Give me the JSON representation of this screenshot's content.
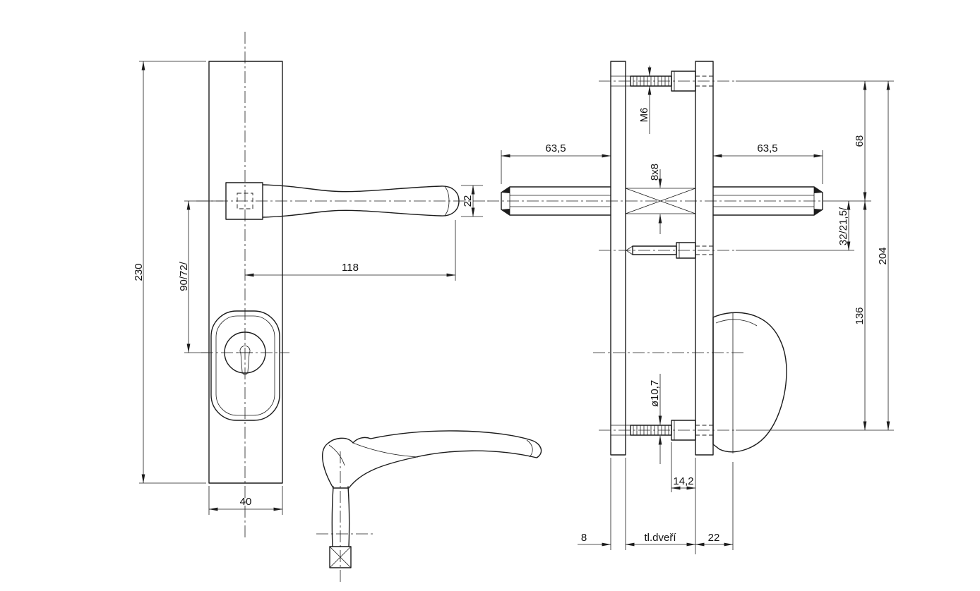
{
  "front_view": {
    "dims": {
      "plate_height": "230",
      "handle_to_cylinder": "90/72/",
      "lever_length": "118",
      "lever_width": "22",
      "plate_width": "40"
    }
  },
  "section_view": {
    "dims": {
      "spindle_left": "63,5",
      "spindle_right": "63,5",
      "thread": "M6",
      "square": "8x8",
      "top_screw_to_spindle": "68",
      "spindle_to_mid_screw": "32/21,5/",
      "spindle_to_bottom_screw": "136",
      "screw_span": "204",
      "screw_dia": "ø10,7",
      "head_len": "14,2",
      "plate_thick": "8",
      "door_thick": "tl.dveří",
      "outer_depth": "22"
    }
  }
}
